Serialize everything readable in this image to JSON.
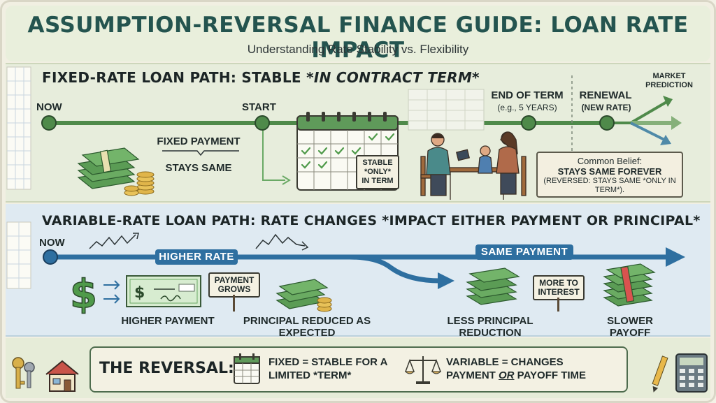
{
  "header": {
    "title": "ASSUMPTION-REVERSAL FINANCE GUIDE: LOAN RATE IMPACT",
    "subtitle": "Understanding Rate Stability vs. Flexibility"
  },
  "fixed_section": {
    "title_main": "FIXED-RATE LOAN PATH: STABLE ",
    "title_emph": "*IN CONTRACT TERM*",
    "nodes": {
      "now": "NOW",
      "start": "START",
      "end_of_term": "END OF TERM",
      "end_of_term_note": "(e.g., 5 YEARS)",
      "renewal": "RENEWAL",
      "renewal_note": "(NEW RATE)"
    },
    "market_prediction": "MARKET PREDICTION",
    "fixed_payment": "FIXED PAYMENT",
    "stays_same": "STAYS SAME",
    "stable_sign": "STABLE *ONLY* IN TERM",
    "belief": {
      "heading": "Common Belief:",
      "main": "STAYS SAME FOREVER",
      "reversed": "(REVERSED: STAYS SAME *ONLY IN TERM*)."
    }
  },
  "variable_section": {
    "title": "VARIABLE-RATE LOAN PATH: RATE CHANGES *IMPACT EITHER PAYMENT OR PRINCIPAL*",
    "now": "NOW",
    "higher_rate": "HIGHER RATE",
    "same_payment": "SAME PAYMENT",
    "payment_grows_sign": "PAYMENT GROWS",
    "more_to_interest_sign": "MORE TO INTEREST",
    "labels": {
      "higher_payment": "HIGHER PAYMENT",
      "principal_reduced": "PRINCIPAL REDUCED AS EXPECTED",
      "less_principal": "LESS PRINCIPAL REDUCTION",
      "slower_payoff": "SLOWER PAYOFF"
    }
  },
  "reversal": {
    "title": "THE REVERSAL:",
    "fixed_text": "FIXED = STABLE FOR A LIMITED *TERM*",
    "variable_text_a": "VARIABLE = CHANGES",
    "variable_text_b": "PAYMENT ",
    "variable_text_or": "OR",
    "variable_text_c": " PAYOFF TIME"
  },
  "colors": {
    "fixed_line": "#4f8a4a",
    "variable_line": "#2e6fa0",
    "title": "#24544f",
    "money": "#3f8a44"
  }
}
